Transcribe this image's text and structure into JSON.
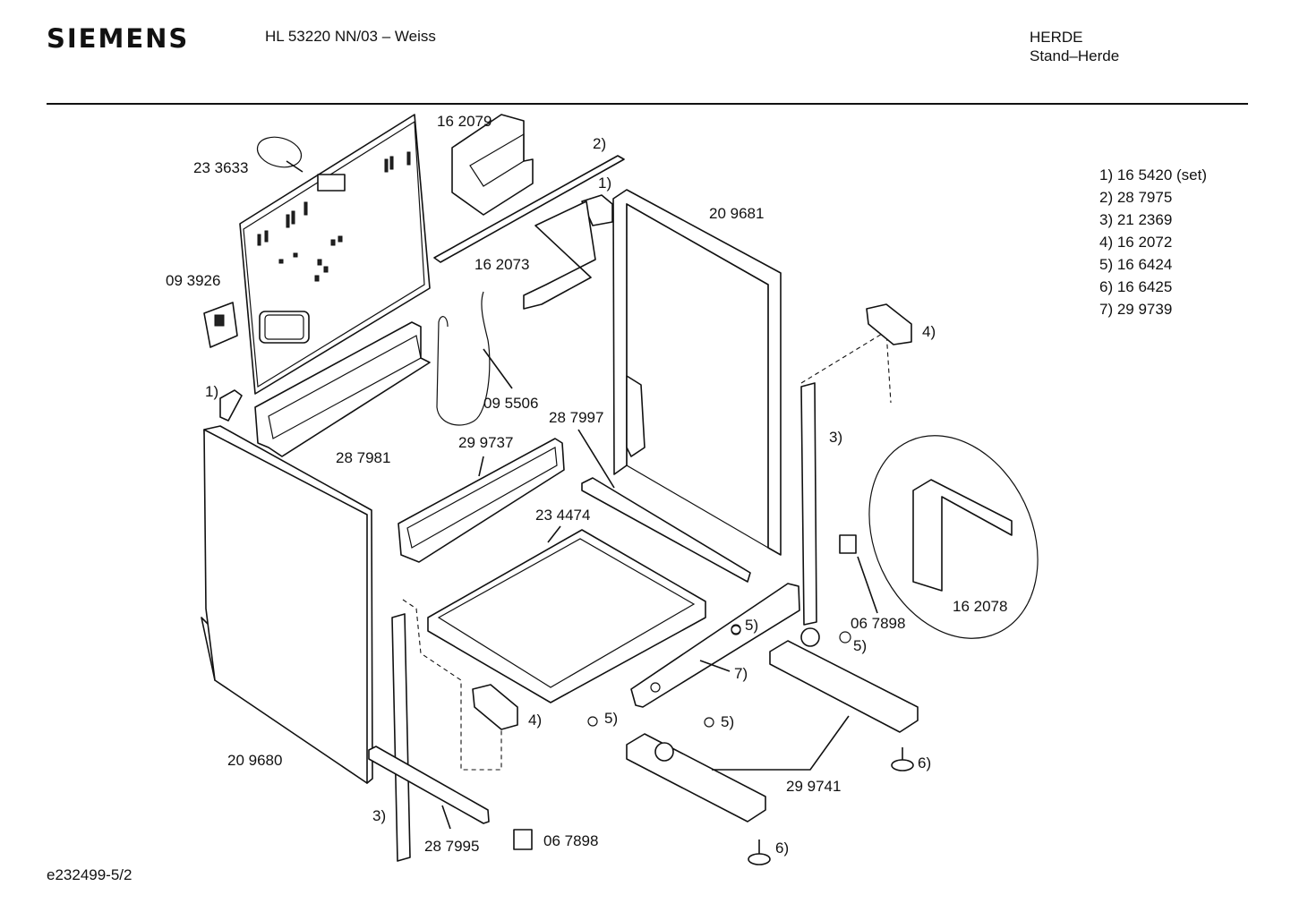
{
  "header": {
    "brand": "SIEMENS",
    "model": "HL 53220 NN/03 – Weiss",
    "category": "HERDE",
    "subcategory": "Stand–Herde"
  },
  "legend": [
    "1) 16 5420 (set)",
    "2) 28 7975",
    "3) 21 2369",
    "4) 16 2072",
    "5) 16 6424",
    "6) 16 6425",
    "7) 29 9739"
  ],
  "labels": {
    "p233633": "23 3633",
    "p162079": "16 2079",
    "p2_top": "2)",
    "p1_top": "1)",
    "p209681": "20 9681",
    "p162073": "16 2073",
    "p093926": "09 3926",
    "p1_left": "1)",
    "p095506": "09 5506",
    "p287997": "28 7997",
    "p4_right": "4)",
    "p3_right": "3)",
    "p287981": "28 7981",
    "p299737": "29 9737",
    "p234474": "23 4474",
    "p162078": "16 2078",
    "p067898_right": "06 7898",
    "p5_a": "5)",
    "p5_b": "5)",
    "p7": "7)",
    "p4_left": "4)",
    "p5_c": "5)",
    "p5_d": "5)",
    "p6_right": "6)",
    "p299741": "29 9741",
    "p209680": "20 9680",
    "p3_left": "3)",
    "p287995": "28 7995",
    "p067898_left": "06 7898",
    "p6_bottom": "6)"
  },
  "footer": {
    "doc_id": "e232499-5/2"
  }
}
